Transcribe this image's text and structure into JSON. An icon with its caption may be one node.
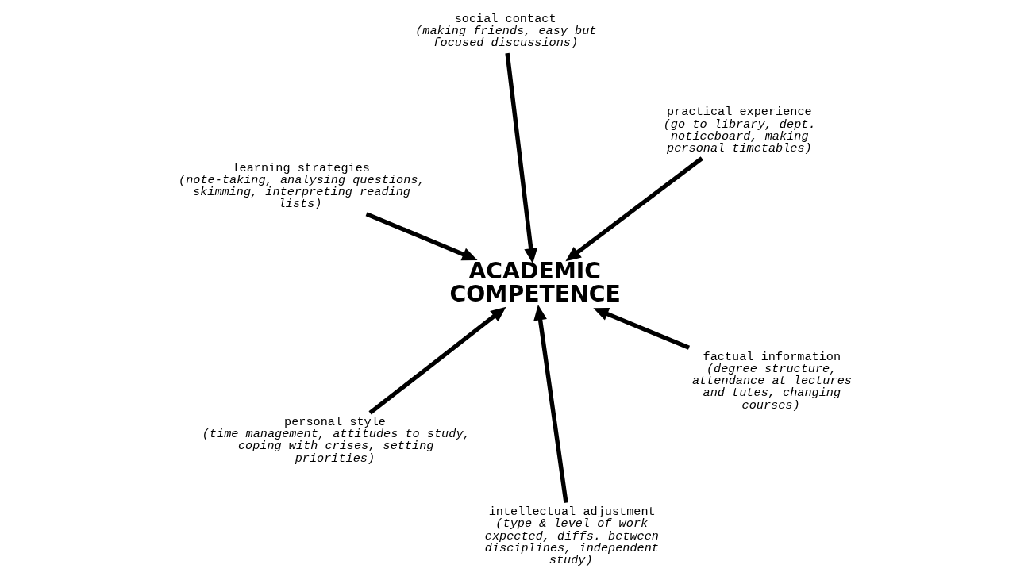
{
  "diagram": {
    "nodes": [
      {
        "text": [
          "learning strategies",
          "(note-taking, analysing questions, skimming, interpreting reading lists)"
        ]
      },
      {
        "text": [
          "factual information",
          "(degree structure, attendance at lectures and tutes, changing courses)"
        ]
      },
      {
        "text": [
          "intellectual adjustment",
          "(type & level of work expected, diffs. between disciplines, independent study)"
        ]
      },
      {
        "text": [
          "ACADEMIC COMPETENCE"
        ]
      },
      {
        "text": [
          "practical experience",
          "(go to library, dept. noticeboard, making personal timetables)"
        ]
      },
      {
        "text": [
          "social contact",
          "(making friends, easy but focused discussions)"
        ]
      },
      {
        "text": [
          "personal style",
          "(time management, attitudes to study, coping with crises, setting priorities)"
        ]
      }
    ],
    "edges": [
      {
        "from": 0,
        "to": 3,
        "arrow": "to"
      },
      {
        "from": 1,
        "to": 3,
        "arrow": "to"
      },
      {
        "from": 2,
        "to": 3,
        "arrow": "to"
      },
      {
        "from": 4,
        "to": 3,
        "arrow": "to"
      },
      {
        "from": 5,
        "to": 3,
        "arrow": "to"
      },
      {
        "from": 6,
        "to": 3,
        "arrow": "to"
      }
    ]
  }
}
